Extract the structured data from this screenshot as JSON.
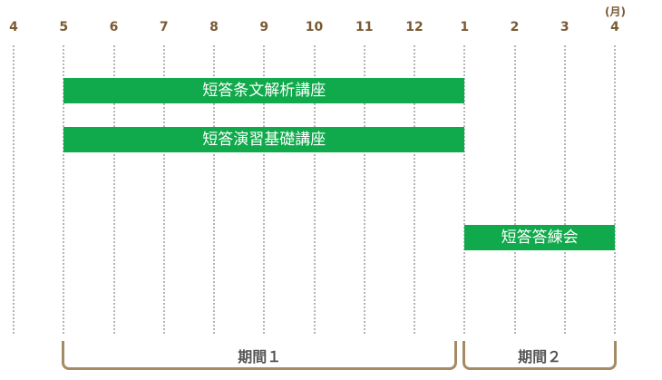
{
  "timeline": {
    "unit_label": "(月)",
    "months": [
      "4",
      "5",
      "6",
      "7",
      "8",
      "9",
      "10",
      "11",
      "12",
      "1",
      "2",
      "3",
      "4"
    ]
  },
  "courses": [
    {
      "label": "短答条文解析講座",
      "start": 1,
      "end": 9
    },
    {
      "label": "短答演習基礎講座",
      "start": 1,
      "end": 9
    },
    {
      "label": "短答答練会",
      "start": 9,
      "end": 12
    }
  ],
  "periods": [
    {
      "label": "期間１",
      "start": 1,
      "end": 9
    },
    {
      "label": "期間２",
      "start": 9,
      "end": 12
    }
  ],
  "colors": {
    "bar": "#10a94b",
    "month_text": "#7a5a32",
    "bracket": "#a58a66"
  }
}
